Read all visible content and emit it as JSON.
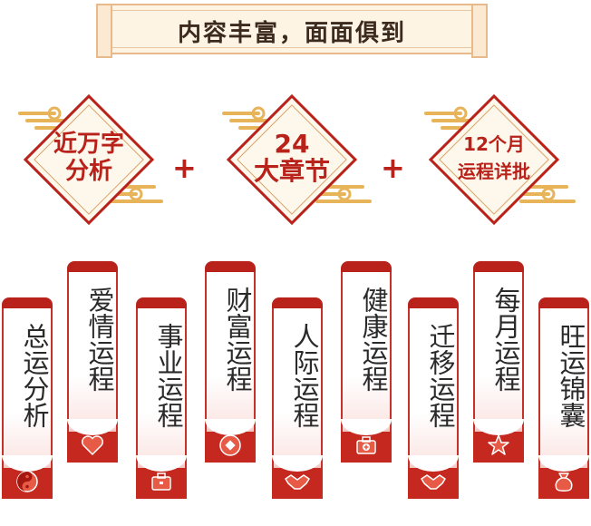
{
  "title": "内容丰富，面面俱到",
  "highlights": [
    {
      "line1": "近万字",
      "line2": "分析"
    },
    {
      "line1": "24",
      "line2": "大章节"
    },
    {
      "line1": "12个月",
      "line2": "运程详批"
    }
  ],
  "plus_symbol": "+",
  "cards": [
    {
      "label": "总运分析",
      "icon": "yin-yang-icon"
    },
    {
      "label": "爱情运程",
      "icon": "heart-icon"
    },
    {
      "label": "事业运程",
      "icon": "briefcase-icon"
    },
    {
      "label": "财富运程",
      "icon": "coin-icon"
    },
    {
      "label": "人际运程",
      "icon": "handshake-icon"
    },
    {
      "label": "健康运程",
      "icon": "medical-kit-icon"
    },
    {
      "label": "迁移运程",
      "icon": "handshake-icon"
    },
    {
      "label": "每月运程",
      "icon": "star-icon"
    },
    {
      "label": "旺运锦囊",
      "icon": "pouch-icon"
    }
  ],
  "colors": {
    "accent": "#b8221a",
    "gold": "#e8b45a",
    "banner_bg": "#fdf4e4"
  }
}
